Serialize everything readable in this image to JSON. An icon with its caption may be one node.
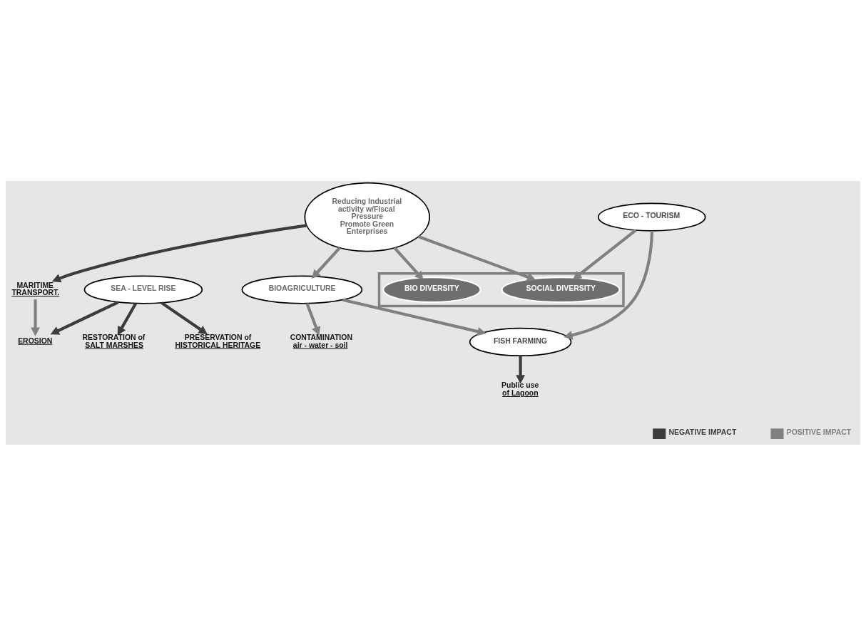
{
  "diagram": {
    "nodes": [
      {
        "text": [
          "Reducing Industrial activity w/Fiscal Pressure",
          "Promote Green Enterprises"
        ]
      },
      {
        "text": [
          "MARITIME",
          "TRANSPORT."
        ]
      },
      {
        "text": [
          "EROSION"
        ]
      },
      {
        "text": [
          "SEA - LEVEL RISE"
        ]
      },
      {
        "text": [
          "RESTORATION of",
          "SALT MARSHES"
        ]
      },
      {
        "text": [
          "CONTAMINATION",
          "air - water - soil"
        ]
      },
      {
        "text": [],
        "shape": "box"
      },
      {
        "text": [
          "BIO DIVERSITY"
        ],
        "in": 6
      },
      {
        "text": [
          "SOCIAL DIVERSITY"
        ],
        "in": 6
      },
      {
        "text": [
          "Public use",
          "of Lagoon"
        ]
      },
      {
        "text": [
          "PRESERVATION of",
          "HISTORICAL HERITAGE"
        ]
      },
      {
        "text": [
          "BIOAGRICULTURE"
        ]
      },
      {
        "text": [
          "FISH FARMING"
        ]
      },
      {
        "text": [
          "ECO - TOURISM"
        ]
      }
    ],
    "edges": [
      {
        "from": 0,
        "to": 1,
        "arrow": "to",
        "color": "#3c3c3c"
      },
      {
        "from": 1,
        "to": 2,
        "arrow": "to"
      },
      {
        "from": 3,
        "to": 2,
        "arrow": "to",
        "color": "#3c3c3c"
      },
      {
        "from": 3,
        "to": 4,
        "arrow": "to",
        "color": "#3c3c3c"
      },
      {
        "from": 3,
        "to": 10,
        "arrow": "to",
        "color": "#3c3c3c"
      },
      {
        "from": 0,
        "to": 7,
        "arrow": "to"
      },
      {
        "from": 0,
        "to": 8,
        "arrow": "to"
      },
      {
        "from": 0,
        "to": 11,
        "arrow": "to"
      },
      {
        "from": 11,
        "to": 5,
        "arrow": "to"
      },
      {
        "from": 12,
        "to": 9,
        "arrow": "to",
        "color": "#3c3c3c"
      },
      {
        "from": 11,
        "to": 12,
        "arrow": "to"
      },
      {
        "from": 13,
        "to": 12,
        "arrow": "to"
      },
      {
        "from": 13,
        "to": 8,
        "arrow": "to"
      }
    ],
    "legend": [
      {
        "text": "NEGATIVE IMPACT",
        "color": "#3c3c3c"
      },
      {
        "text": "POSITIVE IMPACT",
        "color": "#808080"
      }
    ]
  }
}
